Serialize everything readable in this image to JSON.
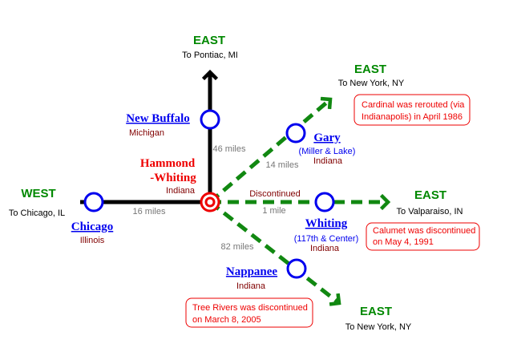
{
  "directions": {
    "north": {
      "label": "EAST",
      "to": "To Pontiac, MI"
    },
    "northeast": {
      "label": "EAST",
      "to": "To New York, NY"
    },
    "west": {
      "label": "WEST",
      "to": "To Chicago, IL"
    },
    "east": {
      "label": "EAST",
      "to": "To Valparaiso, IN"
    },
    "southeast": {
      "label": "EAST",
      "to": "To New York, NY"
    }
  },
  "hub": {
    "name1": "Hammond",
    "name2": "-Whiting",
    "state": "Indiana"
  },
  "stations": [
    {
      "name": "New Buffalo",
      "state": "Michigan"
    },
    {
      "name": "Gary",
      "detail": "(Miller & Lake)",
      "state": "Indiana"
    },
    {
      "name": "Chicago",
      "state": "Illinois"
    },
    {
      "name": "Whiting",
      "detail": "(117th & Center)",
      "state": "Indiana"
    },
    {
      "name": "Nappanee",
      "state": "Indiana"
    }
  ],
  "distances": {
    "new_buffalo": "46 miles",
    "gary": "14 miles",
    "chicago": "16 miles",
    "whiting": "1 mile",
    "nappanee": "82 miles",
    "whiting_status": "Discontinued"
  },
  "notes": {
    "cardinal": [
      "Cardinal was rerouted (via",
      "Indianapolis) in April 1986"
    ],
    "calumet": [
      "Calumet was discontinued",
      "on May 4, 1991"
    ],
    "tree_rivers": [
      "Tree Rivers was discontinued",
      "on March 8, 2005"
    ]
  },
  "colors": {
    "active": "#000000",
    "discontinued": "#118811",
    "station": "#0000ee",
    "hub": "#ee0000"
  }
}
